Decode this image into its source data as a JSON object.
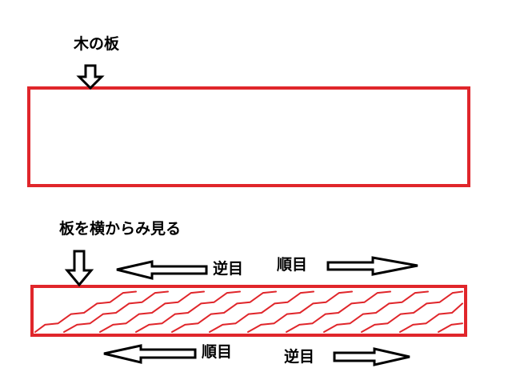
{
  "labels": {
    "wood_board": "木の板",
    "side_view": "板を横からみ見る",
    "top_left_arrow": "逆目",
    "top_right_arrow": "順目",
    "bottom_left_arrow": "順目",
    "bottom_right_arrow": "逆目"
  },
  "colors": {
    "board_outline": "#e0262b",
    "grain": "#e0262b",
    "arrow": "#000000",
    "background": "#ffffff"
  },
  "icons": {
    "pointer": "down-arrow-outline",
    "direction": "horizontal-arrow-outline"
  }
}
